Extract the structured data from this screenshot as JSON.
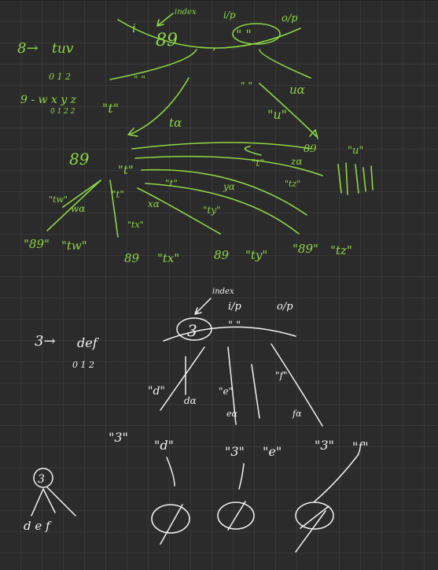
{
  "top": {
    "root": "\" i  89 ,  \" \"",
    "root_i": "i",
    "root_num": "89",
    "root_comma": ",",
    "root_quotes": "\" \"",
    "index": "index",
    "ip": "i/p",
    "op": "o/p",
    "side_num": "8→",
    "side_word": "tuv",
    "side_idx": "0 1 2",
    "side_map": "9 - w x y z",
    "side_map_idx": "0 1 2 2",
    "t_label": "\"t\"",
    "u_label": "\"u\"",
    "ta": "tα",
    "ua": "uα",
    "empty1": "\" \"",
    "empty2": "\" \"",
    "l2_a_num": "89",
    "l2_a_str": "\"t\"",
    "l2_b_num": "89",
    "l2_b_str": "\"u\"",
    "t_str": "\"t\"",
    "t_str2": "\"t\"",
    "t_str3": "\"t\"",
    "ya": "yα",
    "za": "zα",
    "tz": "\"tz\"",
    "ty": "\"ty\"",
    "tx": "\"tx\"",
    "xa": "xα",
    "wa": "wα",
    "tw": "\"tw\"",
    "leaf1_num": "\"89\"",
    "leaf1_str": "\"tw\"",
    "leaf2_num": "89",
    "leaf2_str": "\"tx\"",
    "leaf3_num": "89",
    "leaf3_str": "\"ty\"",
    "leaf4_num": "\"89\"",
    "leaf4_str": "\"tz\""
  },
  "bottom": {
    "index": "index",
    "ip": "i/p",
    "op": "o/p",
    "root_num": "3",
    "root_quotes": "\" \"",
    "side_num": "3→",
    "side_word": "def",
    "side_idx": "0 1 2",
    "d_label": "\"d\"",
    "e_label": "\"e\"",
    "f_label": "\"f\"",
    "da": "dα",
    "ea": "eα",
    "fa": "fα",
    "leaf1_num": "\"3\"",
    "leaf1_str": "\"d\"",
    "leaf2_num": "\"3\"",
    "leaf2_str": "\"e\"",
    "leaf3_num": "\"3\"",
    "leaf3_str": "\"f\"",
    "tree_root": "3",
    "tree_leaves": "d e f"
  },
  "colors": {
    "background": "#2b2b2b",
    "grid": "#383838",
    "ink_green": "#8ed646",
    "ink_white": "#f2f2f2"
  }
}
